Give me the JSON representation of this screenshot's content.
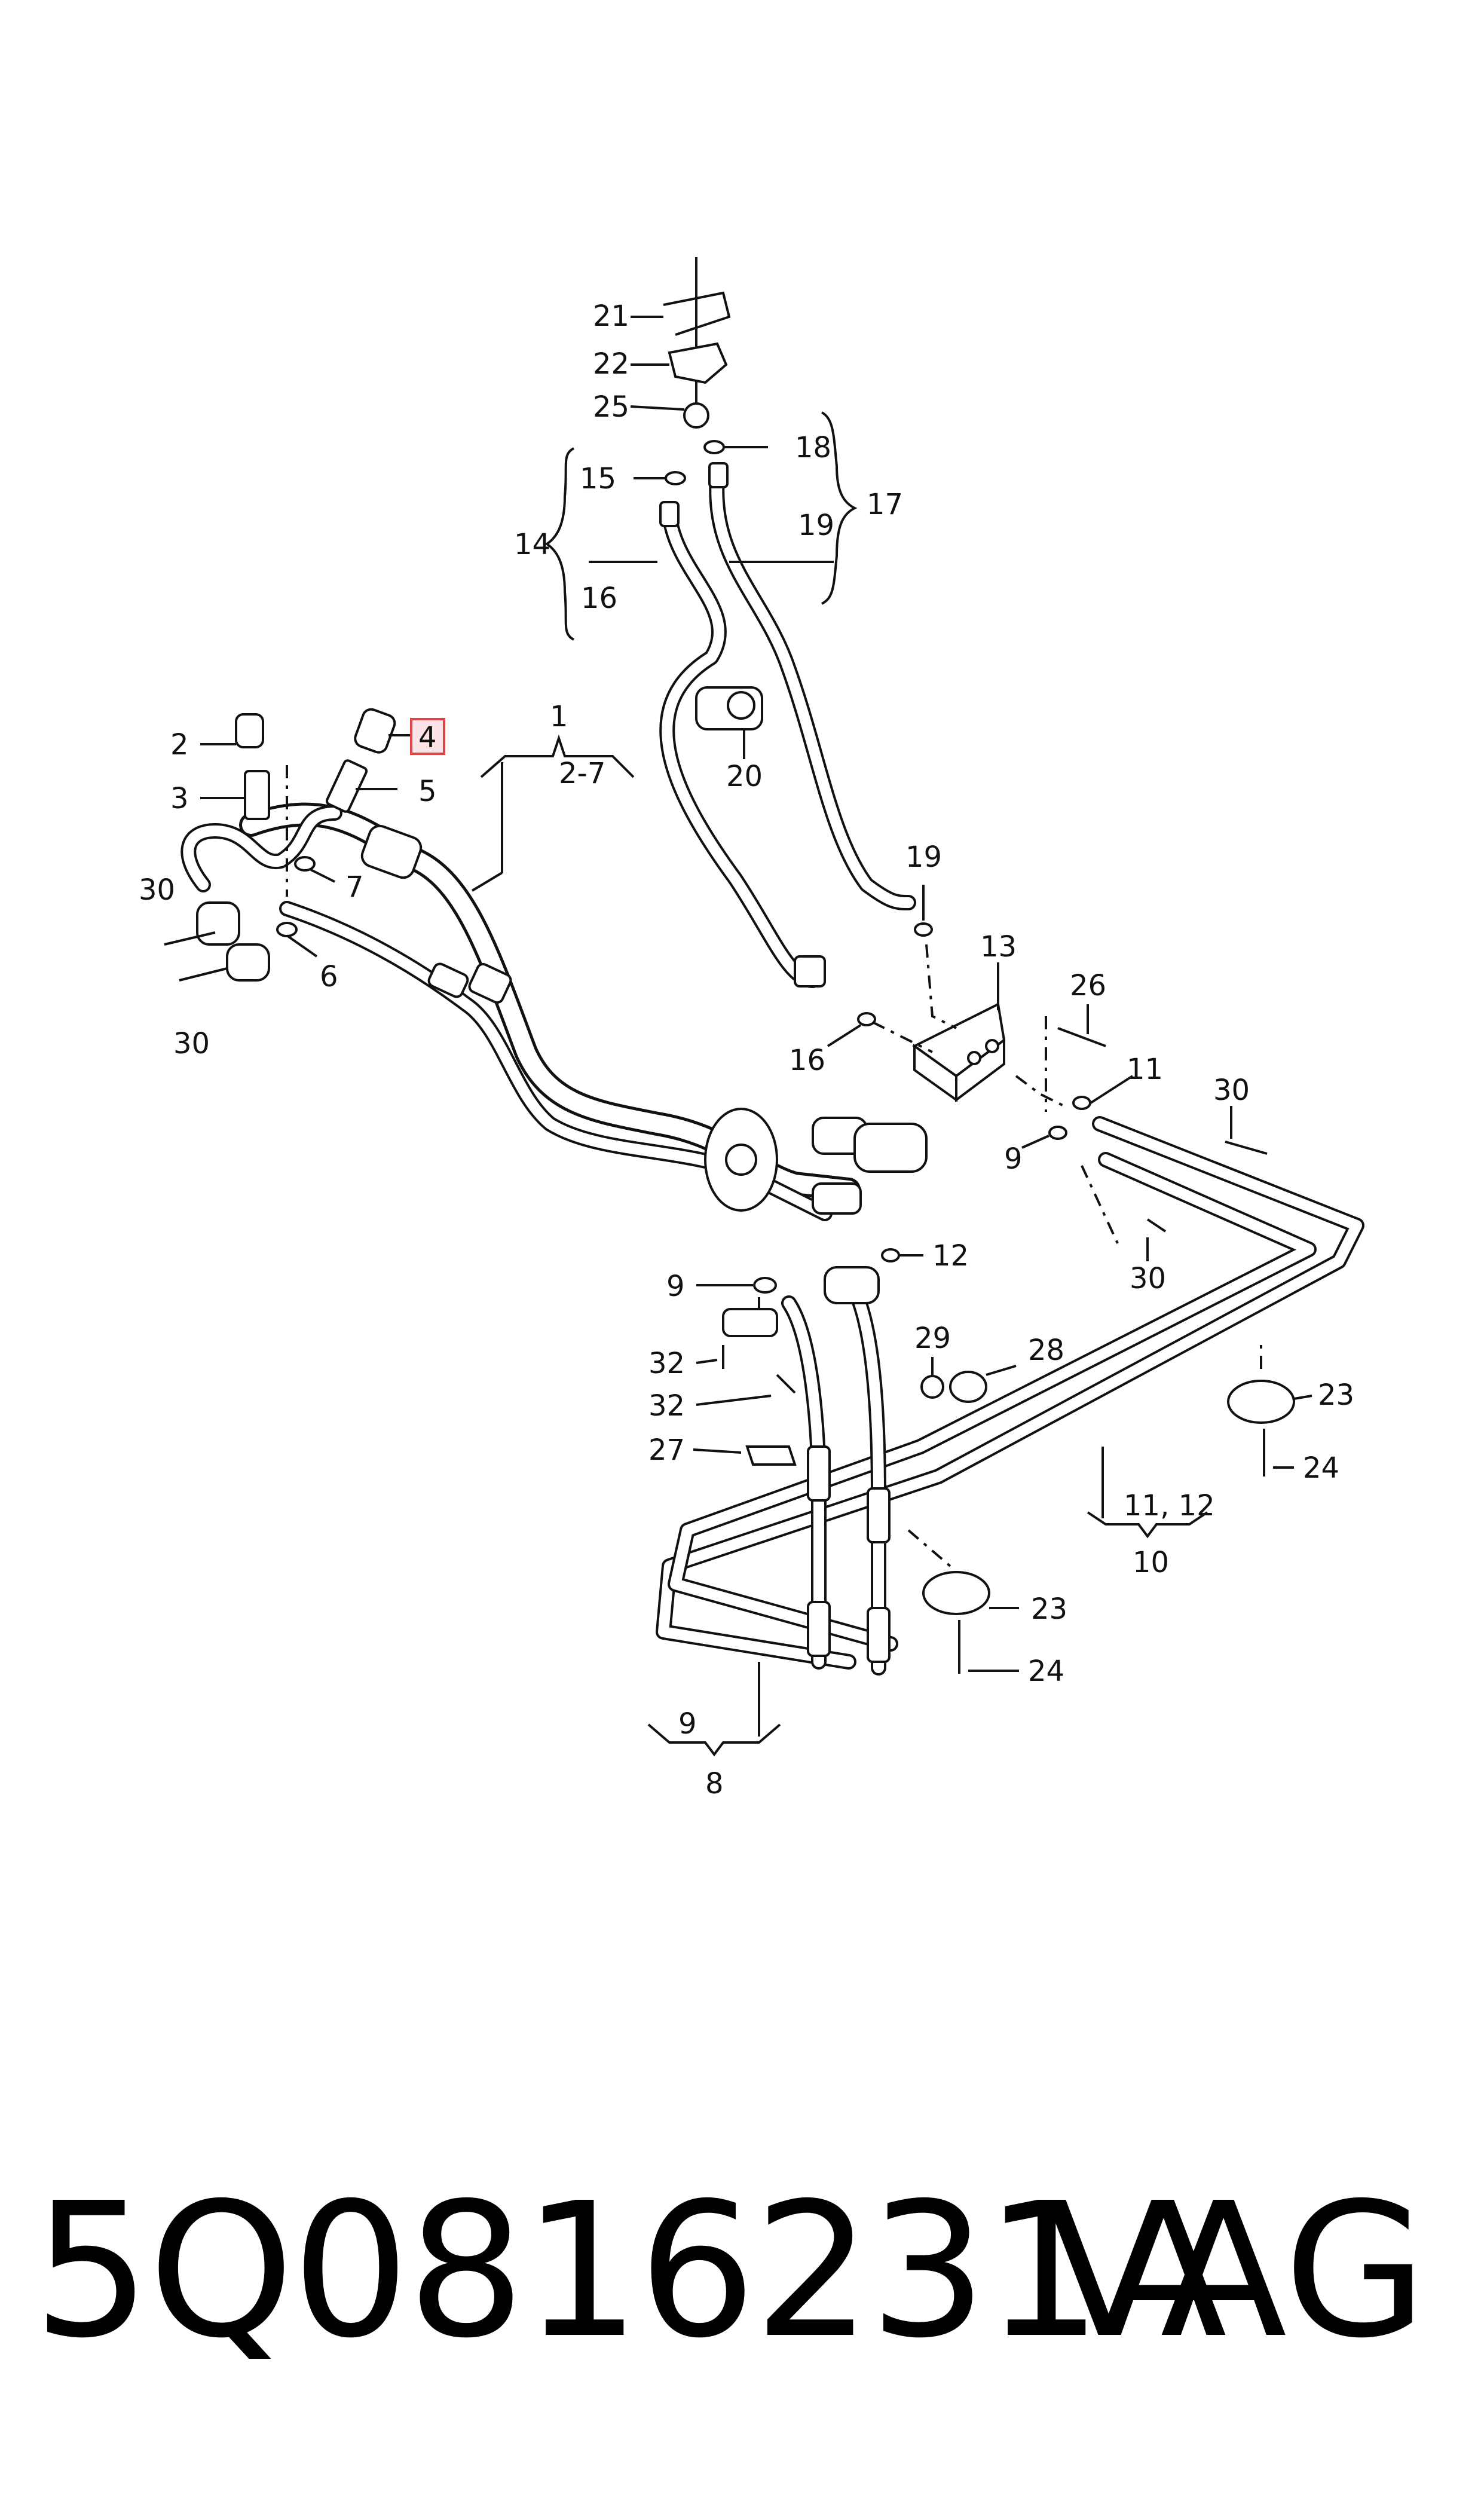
{
  "diagram": {
    "callouts": {
      "c1": "1",
      "c2_7": "2-7",
      "c2": "2",
      "c3": "3",
      "c4": "4",
      "c5": "5",
      "c6": "6",
      "c7": "7",
      "c8": "8",
      "c9a": "9",
      "c9b": "9",
      "c9c": "9",
      "c10": "10",
      "c11a": "11",
      "c11_12": "11, 12",
      "c12": "12",
      "c13": "13",
      "c14": "14",
      "c15": "15",
      "c16a": "16",
      "c16b": "16",
      "c17": "17",
      "c18": "18",
      "c19a": "19",
      "c19b": "19",
      "c20": "20",
      "c21": "21",
      "c22": "22",
      "c23a": "23",
      "c23b": "23",
      "c24a": "24",
      "c24b": "24",
      "c25": "25",
      "c26": "26",
      "c27": "27",
      "c28": "28",
      "c29": "29",
      "c30a": "30",
      "c30b": "30",
      "c30c": "30",
      "c30d": "30",
      "c32a": "32",
      "c32b": "32"
    },
    "highlighted_callout": "4",
    "highlight_color": "#fbe3e8"
  },
  "footer": {
    "part_number": "5Q0816231A",
    "brand": "VAG"
  }
}
